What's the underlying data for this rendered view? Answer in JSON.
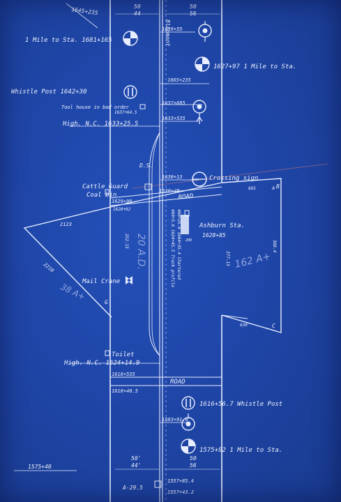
{
  "colors": {
    "background": "#1f46a8",
    "ink": "#e8eeff",
    "pencil": "#8fa4e0",
    "red_line": "#c8787a"
  },
  "labels": {
    "top_left_number": "1645+235",
    "top_width_left": "50",
    "top_width_left2": "44",
    "top_width_right": "50",
    "top_width_right2": "56",
    "station_1": "Bloomont",
    "top_station": "1639+55",
    "mile_to_sta_top": "1 Mile to Sta. 1681+165",
    "mile_to_sta_right": "1627+97 1 Mile to Sta.",
    "station_1645": "1665+235",
    "whistle_post_top": "Whistle Post 1642+30",
    "tool_house": "Tool house in bad order",
    "tool_house_num": "1637+64.5",
    "station_1637": "1637+685",
    "station_1633b": "1633+535",
    "high_nc_top": "High. N.C. 1633+25.5",
    "ds": "D.S.",
    "station_1630": "1630+13",
    "crossing_sign": "Crossing sign",
    "cattle_guard": "Cattle Guard",
    "coal_bin": "Coal bin",
    "station_1630b": "1630+48",
    "road_top": "ROAD",
    "station_1629": "1629+90",
    "station_1628": "1628+92",
    "corner_left_num": "2123",
    "ashburn_sta": "Ashburn Sta.",
    "ashburn_num": "1628+85",
    "depot_num": "208",
    "right_top_num": "665",
    "right_a_top": "A",
    "right_b": "B",
    "right_side_num": "388.4",
    "left_side_num": "2210",
    "acreage_right": "162 A+",
    "acreage_left": "38 A+",
    "mail_crane": "Mail Crane",
    "letter_g": "G",
    "letter_c": "C",
    "bottom_mid_num": "630",
    "toilet": "Toilet",
    "high_nc_bottom": "High. N.C. 1624+14.9",
    "station_1618": "1618+535",
    "road_bottom": "ROAD",
    "station_1618b": "1618+40.5",
    "whistle_post_bottom": "1616+56.7 Whistle Post",
    "station_1583": "1583+91.8",
    "mile_to_sta_bottom": "1575+92 1 Mile to Sta.",
    "bottom_width_left": "50'",
    "bottom_width_left2": "44'",
    "bottom_width_right": "50",
    "bottom_width_right2": "56",
    "bottom_left_num": "1575+40",
    "title_block": "A-29.5",
    "station_1557": "1557+85.4",
    "station_1557b": "1557+43.2",
    "vertical_note": "460+25.6 1664+35.4 Chartered",
    "vertical_note2": "460+5.6 1624+45.5 Track profile",
    "vertical_pencil": "20 A.D.",
    "left_vertical_num": "252.13",
    "right_vertical_num": "377.13"
  }
}
